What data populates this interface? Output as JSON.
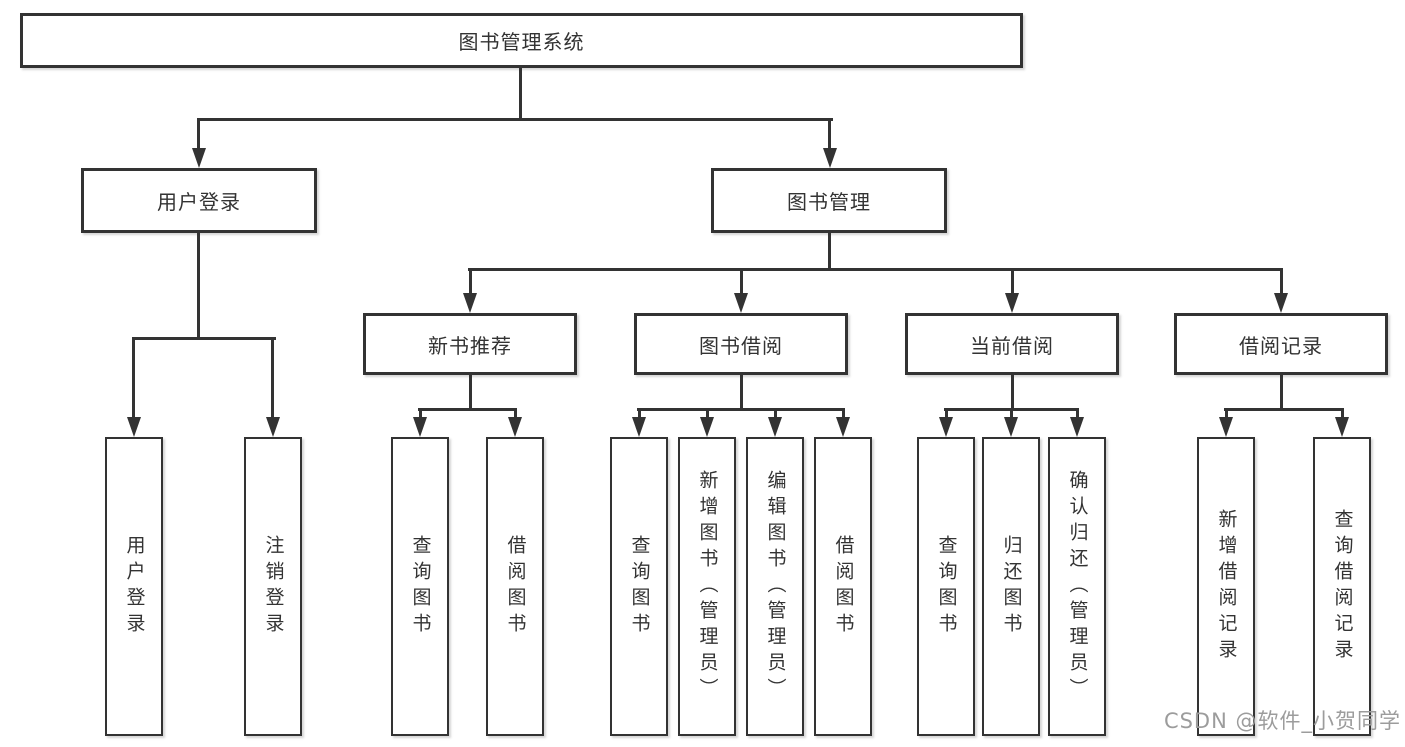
{
  "colors": {
    "line": "#333333",
    "box_border": "#333333",
    "box_fill": "#ffffff",
    "text": "#333333",
    "watermark_text_color": "#9c9c9c",
    "background": "#ffffff"
  },
  "watermark": "CSDN @软件_小贺同学",
  "tree": {
    "root": {
      "label": "图书管理系统",
      "children": [
        {
          "label": "用户登录",
          "children": [
            {
              "label": "用户登录"
            },
            {
              "label": "注销登录"
            }
          ]
        },
        {
          "label": "图书管理",
          "children": [
            {
              "label": "新书推荐",
              "children": [
                {
                  "label": "查询图书"
                },
                {
                  "label": "借阅图书"
                }
              ]
            },
            {
              "label": "图书借阅",
              "children": [
                {
                  "label": "查询图书"
                },
                {
                  "label": "新增图书（管理员）"
                },
                {
                  "label": "编辑图书（管理员）"
                },
                {
                  "label": "借阅图书"
                }
              ]
            },
            {
              "label": "当前借阅",
              "children": [
                {
                  "label": "查询图书"
                },
                {
                  "label": "归还图书"
                },
                {
                  "label": "确认归还（管理员）"
                }
              ]
            },
            {
              "label": "借阅记录",
              "children": [
                {
                  "label": "新增借阅记录"
                },
                {
                  "label": "查询借阅记录"
                }
              ]
            }
          ]
        }
      ]
    }
  }
}
